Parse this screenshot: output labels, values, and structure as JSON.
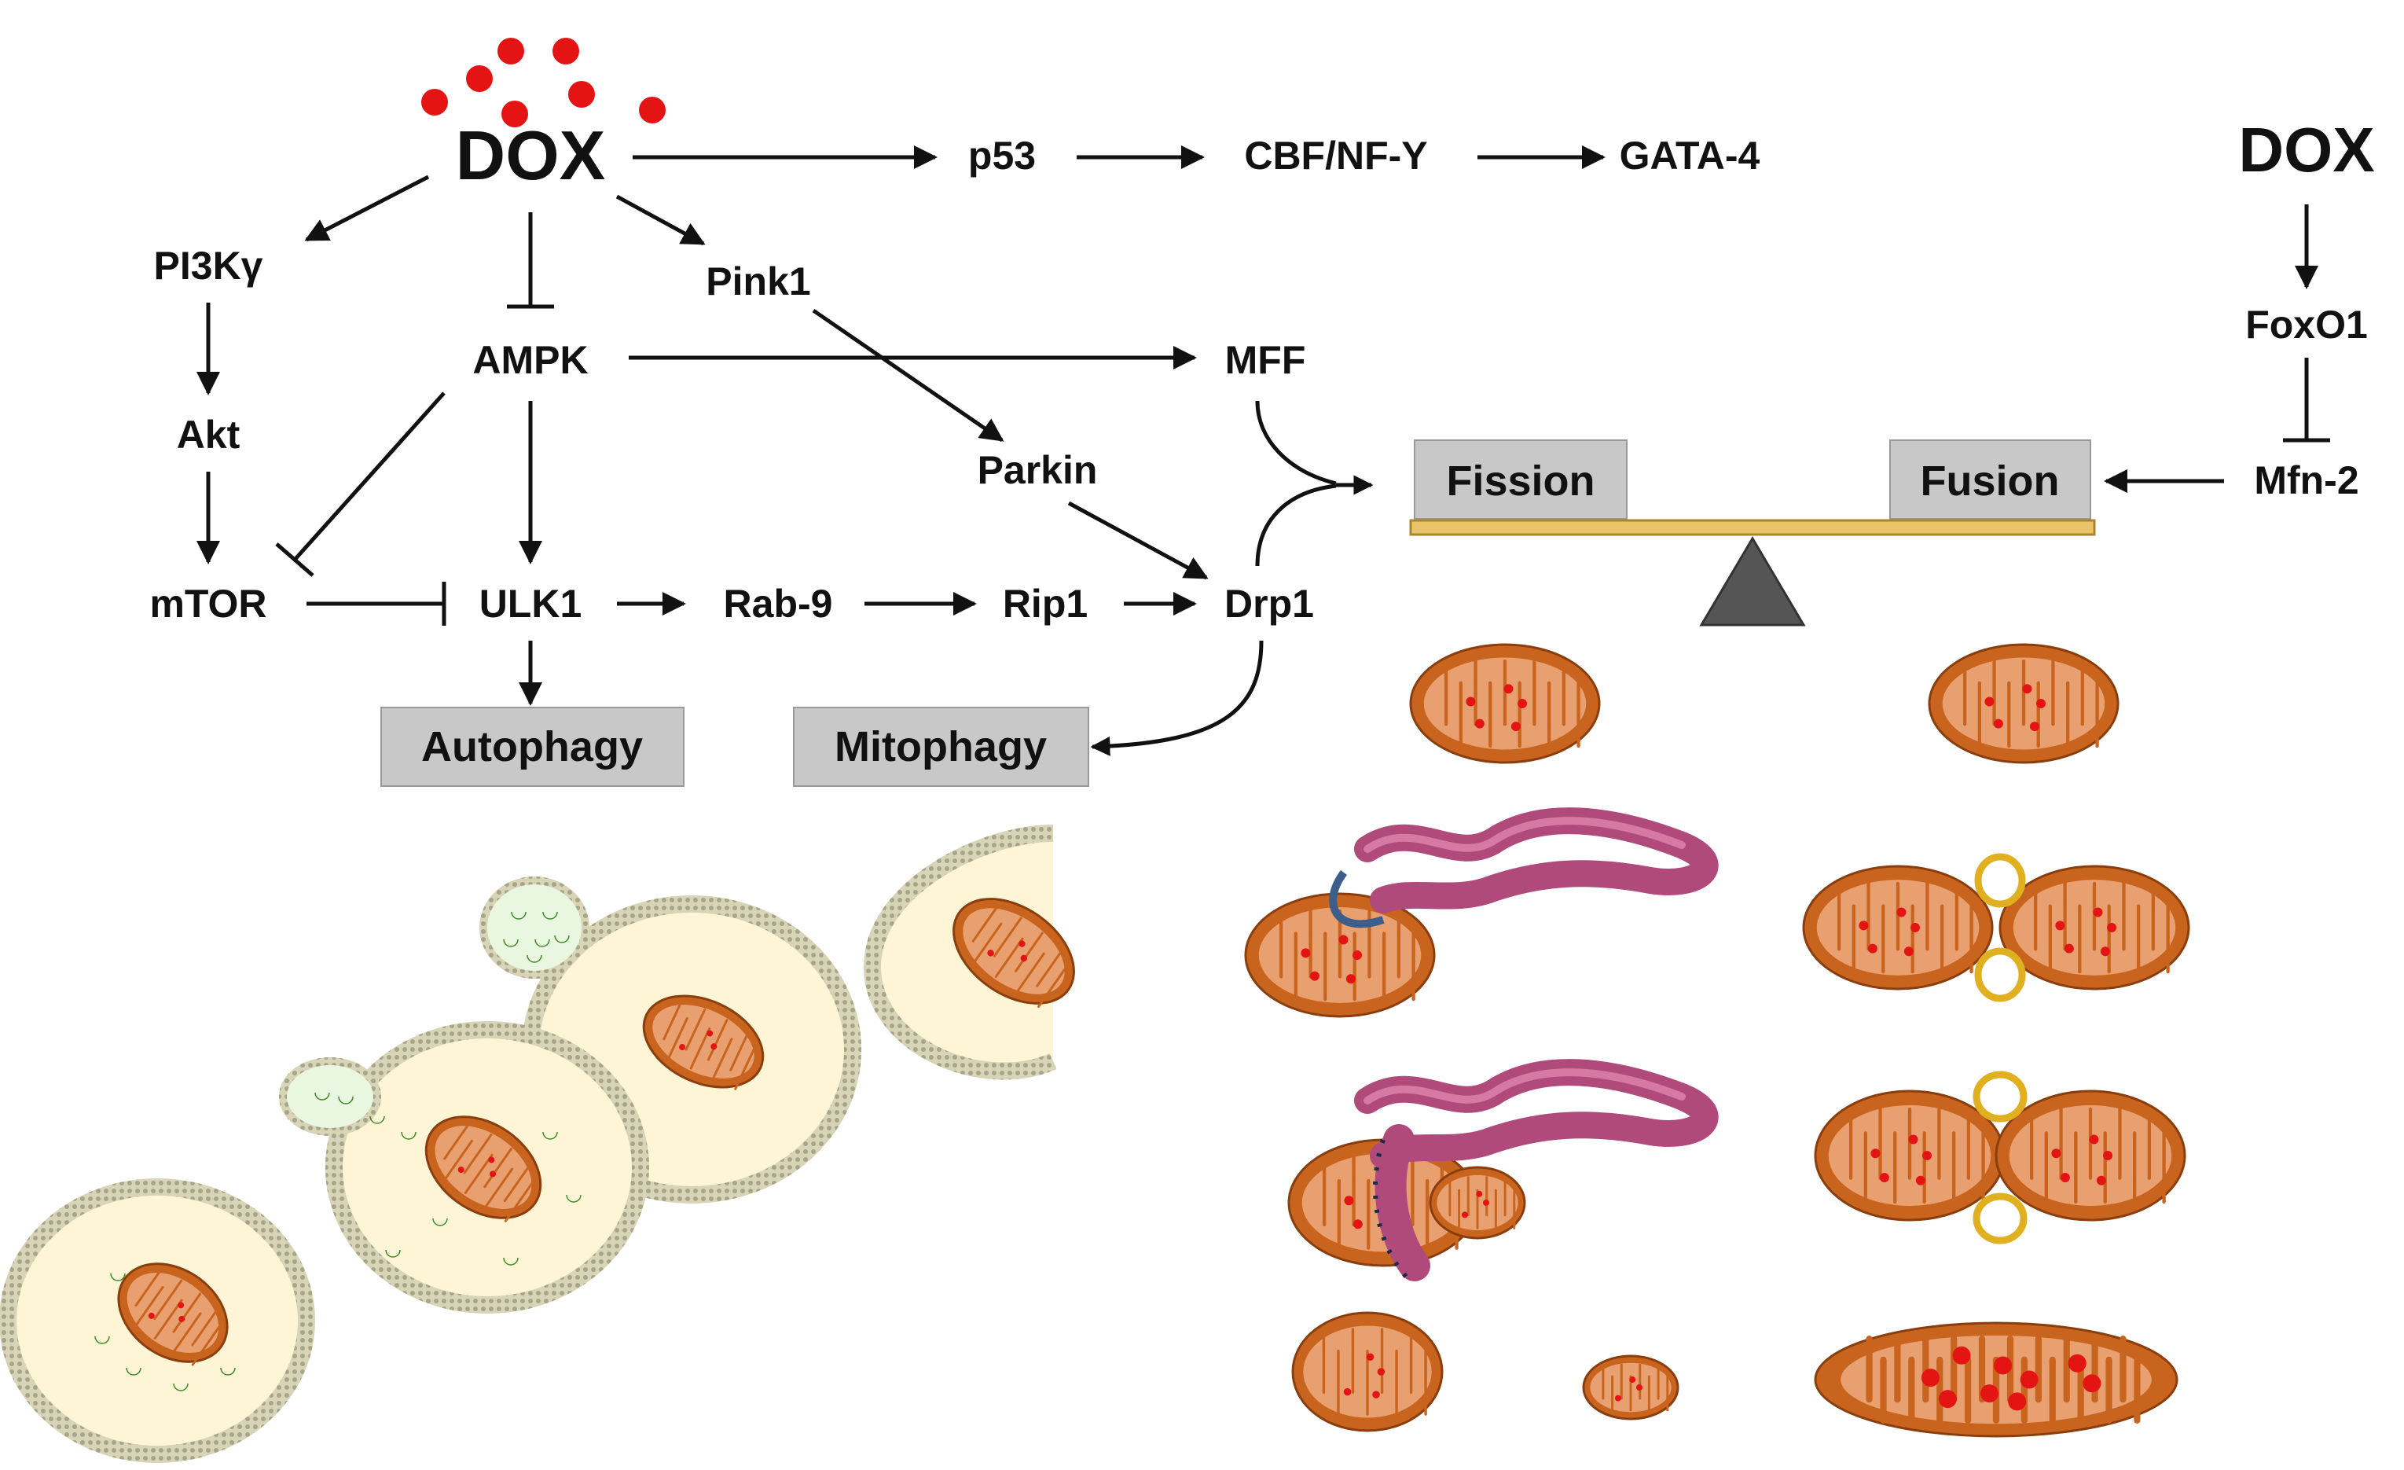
{
  "colors": {
    "dox_dot": "#e41414",
    "box_fill": "#c8c8c8",
    "beam_fill": "#e9c46a",
    "fulcrum": "#555555",
    "mito_outer": "#c8641e",
    "mito_inner": "#e8a070",
    "mito_dot": "#e41414",
    "er_fill": "#b04a7a",
    "vesicle_fill": "#fdf5d6",
    "vesicle_membrane": "#b8b8a0",
    "cargo": "#7cc85a",
    "fusion_ring": "#e0b020"
  },
  "labels": {
    "dox_main": "DOX",
    "dox_right": "DOX",
    "p53": "p53",
    "cbf": "CBF/NF-Y",
    "gata4": "GATA-4",
    "pi3k": "PI3Kγ",
    "akt": "Akt",
    "mtor": "mTOR",
    "ampk": "AMPK",
    "ulk1": "ULK1",
    "rab9": "Rab-9",
    "rip1": "Rip1",
    "drp1": "Drp1",
    "pink1": "Pink1",
    "parkin": "Parkin",
    "mff": "MFF",
    "foxo1": "FoxO1",
    "mfn2": "Mfn-2"
  },
  "boxes": {
    "autophagy": "Autophagy",
    "mitophagy": "Mitophagy",
    "fission": "Fission",
    "fusion": "Fusion"
  }
}
